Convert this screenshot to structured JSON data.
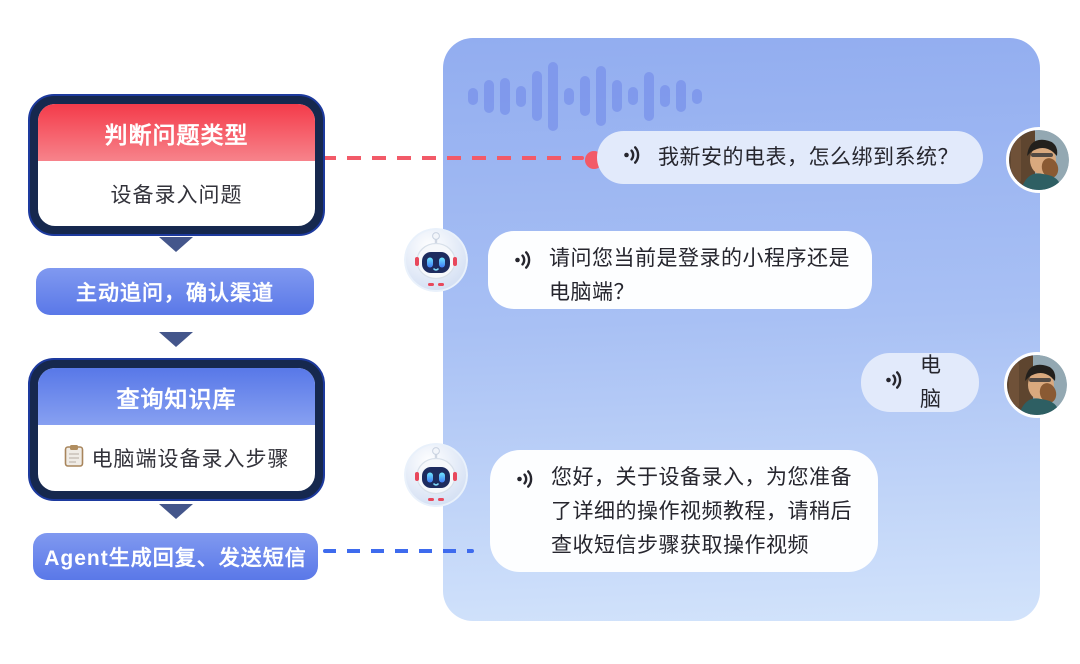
{
  "flowchart": {
    "card1": {
      "header": "判断问题类型",
      "body": "设备录入问题",
      "header_color": "#f4414e"
    },
    "step1_label": "主动追问，确认渠道",
    "card2": {
      "header": "查询知识库",
      "body": "电脑端设备录入步骤",
      "header_color": "#5c7ce9",
      "body_icon": "clipboard-icon"
    },
    "step2_label": "Agent生成回复、发送短信",
    "arrow_color": "#44568b"
  },
  "connectors": {
    "question_line_color": "#f25a68",
    "answer_line_color": "#3e6bee"
  },
  "chat": {
    "panel_gradient_top": "#92adf0",
    "panel_gradient_bottom": "#d2e3fb",
    "user_bubble_color": "#e2eafb",
    "bot_bubble_color": "#fdfeff",
    "waveform_heights": [
      17,
      33,
      37,
      21,
      50,
      69,
      17,
      40,
      60,
      32,
      18,
      49,
      22,
      32,
      15
    ],
    "messages": [
      {
        "role": "user",
        "icon": "sound-wave-icon",
        "text": "我新安的电表，怎么绑到系统？"
      },
      {
        "role": "bot",
        "icon": "sound-wave-icon",
        "text": "请问您当前是登录的小程序还是电脑端？"
      },
      {
        "role": "user",
        "icon": "sound-wave-icon",
        "text": "电脑"
      },
      {
        "role": "bot",
        "icon": "sound-wave-icon",
        "text": "您好，关于设备录入，为您准备了详细的操作视频教程，请稍后查收短信步骤获取操作视频"
      }
    ]
  }
}
